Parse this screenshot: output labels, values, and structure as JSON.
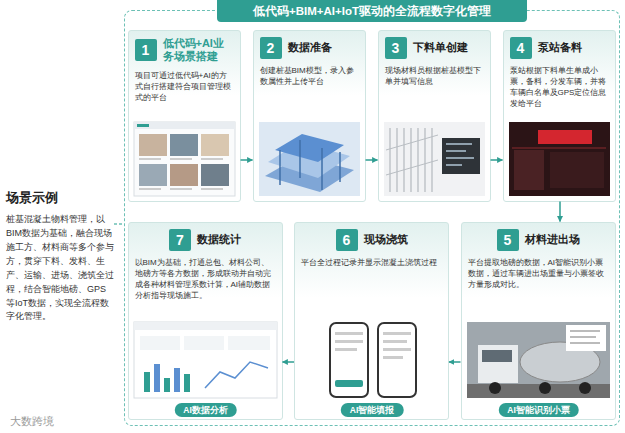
{
  "diagram": {
    "nodes": [
      {
        "text": [
          "场景示例",
          "桩基混凝土物料管理，以BIM数据为基础，融合现场施工方、材料商等多个参与方，贯穿下料、发料、生产、运输、进场、浇筑全过程，结合智能地磅、GPS等IoT数据，实现全流程数字化管理。"
        ]
      },
      {
        "text": [
          "低代码+BIM+AI+IoT驱动的全流程数字化管理"
        ]
      },
      {
        "text": [
          "1",
          "低代码+AI业务场景搭建",
          "项目可通过低代码+AI的方式自行搭建符合项目管理模式的平台"
        ],
        "in": 1
      },
      {
        "text": [
          "2",
          "数据准备",
          "创建桩基BIM模型，录入参数属性并上传平台"
        ],
        "in": 1
      },
      {
        "text": [
          "3",
          "下料单创建",
          "现场材料员根据桩基模型下单并填写信息"
        ],
        "in": 1
      },
      {
        "text": [
          "4",
          "泵站备料",
          "泵站根据下料单生单成小票，备料，分发车辆，并将车辆白名单及GPS定位信息发给平台"
        ],
        "in": 1
      },
      {
        "text": [
          "5",
          "材料进出场",
          "平台提取地磅的数据，AI智能识别小票数据，通过车辆进出场重量与小票签收方量形成对比。"
        ],
        "in": 1
      },
      {
        "text": [
          "6",
          "现场浇筑",
          "平台全过程记录并显示混凝土浇筑过程"
        ],
        "in": 1
      },
      {
        "text": [
          "7",
          "数据统计",
          "以BIM为基础，打通总包、材料公司、地磅方等各方数据，形成联动并自动完成各种材料管理系数计算，AI辅助数据分析指导现场施工。"
        ],
        "in": 1
      }
    ],
    "edges": [
      {
        "from": 0,
        "to": 1,
        "arrow": "none"
      },
      {
        "from": 2,
        "to": 3,
        "arrow": "to"
      },
      {
        "from": 3,
        "to": 4,
        "arrow": "to"
      },
      {
        "from": 4,
        "to": 5,
        "arrow": "to"
      },
      {
        "from": 5,
        "to": 6,
        "arrow": "to"
      },
      {
        "from": 6,
        "to": 7,
        "arrow": "to"
      },
      {
        "from": 7,
        "to": 8,
        "arrow": "to"
      }
    ],
    "labels": [
      "AI数据分析",
      "AI智能填报",
      "AI智能识别小票",
      "大数跨境"
    ]
  }
}
